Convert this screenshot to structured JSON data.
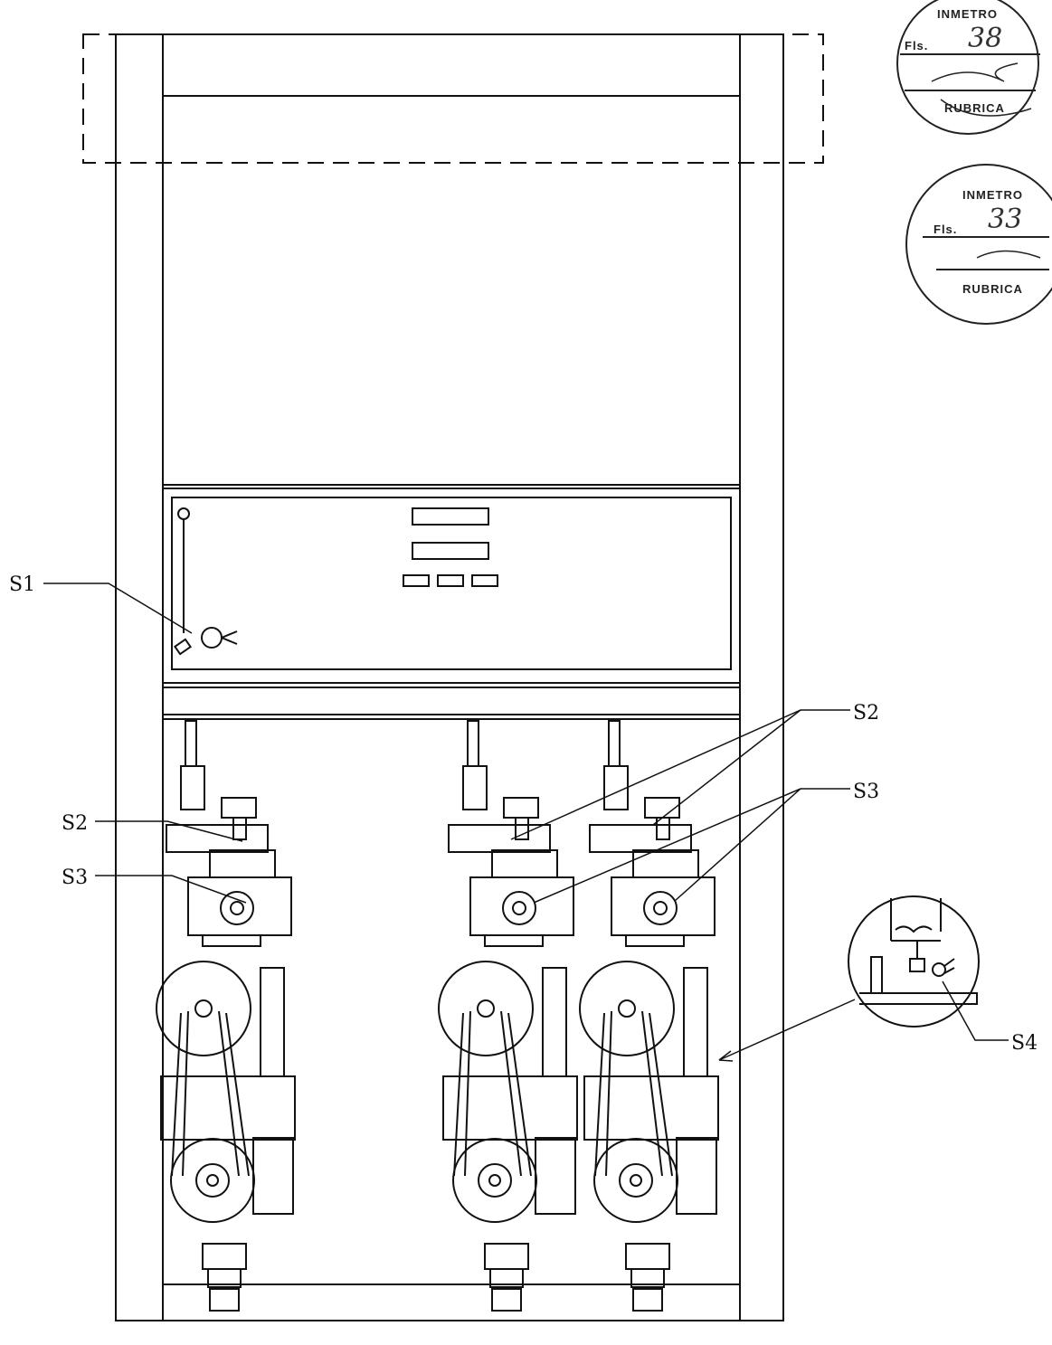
{
  "labels": {
    "s1": "S1",
    "s2_left": "S2",
    "s2_right": "S2",
    "s3_left": "S3",
    "s3_right": "S3",
    "s4": "S4"
  },
  "stamps": [
    {
      "header": "INMETRO",
      "folio_label": "Fls.",
      "folio_value": "38",
      "footer": "RUBRICA"
    },
    {
      "header": "INMETRO",
      "folio_label": "Fls.",
      "folio_value": "33",
      "footer": "RUBRICA"
    }
  ],
  "pump_units": [
    "unit-left",
    "unit-middle",
    "unit-right"
  ],
  "display_panel": {
    "display_count": 2,
    "key_count": 3
  },
  "colors": {
    "line": "#111111",
    "paper": "#ffffff",
    "stamp_ink": "#222222"
  }
}
